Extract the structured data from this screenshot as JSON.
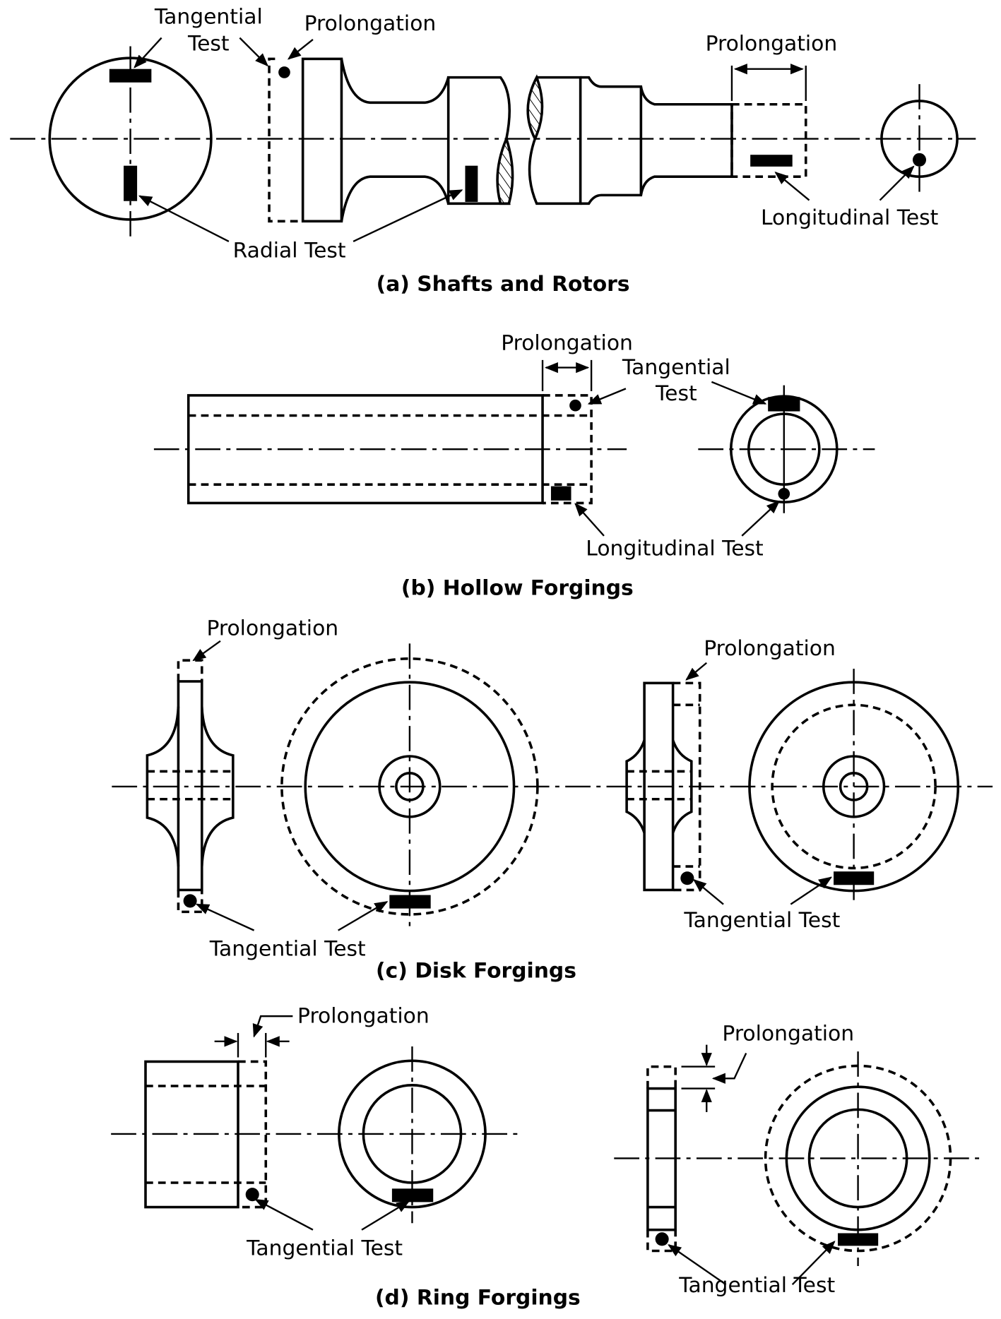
{
  "figure": {
    "panels": [
      {
        "id": "a",
        "caption": "(a) Shafts and Rotors",
        "labels": {
          "tangential_line1": "Tangential",
          "tangential_line2": "Test",
          "prolongation_left": "Prolongation",
          "prolongation_right": "Prolongation",
          "radial": "Radial Test",
          "longitudinal": "Longitudinal Test"
        }
      },
      {
        "id": "b",
        "caption": "(b) Hollow Forgings",
        "labels": {
          "prolongation": "Prolongation",
          "tangential_line1": "Tangential",
          "tangential_line2": "Test",
          "longitudinal": "Longitudinal Test"
        }
      },
      {
        "id": "c",
        "caption": "(c) Disk Forgings",
        "labels": {
          "prolongation_left": "Prolongation",
          "prolongation_right": "Prolongation",
          "tangential_left": "Tangential Test",
          "tangential_right": "Tangential Test"
        }
      },
      {
        "id": "d",
        "caption": "(d) Ring Forgings",
        "labels": {
          "prolongation_left": "Prolongation",
          "prolongation_right": "Prolongation",
          "tangential_left": "Tangential Test",
          "tangential_right": "Tangential Test"
        }
      }
    ]
  }
}
